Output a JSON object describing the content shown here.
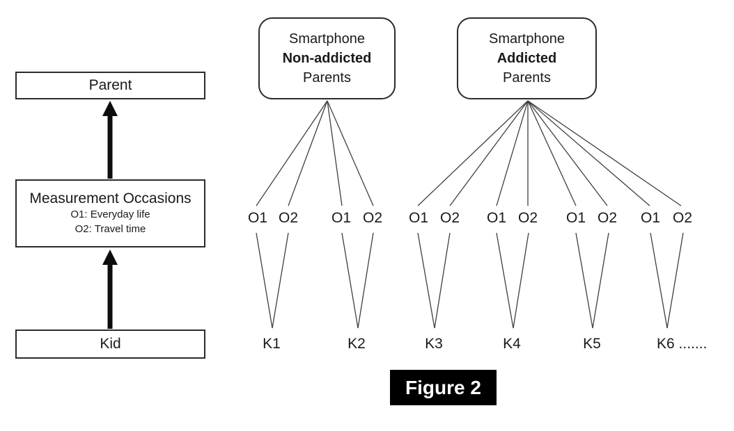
{
  "figure": {
    "label": "Figure 2"
  },
  "flow": {
    "parent": "Parent",
    "measurement": {
      "title": "Measurement Occasions",
      "o1_desc": "O1: Everyday life",
      "o2_desc": "O2: Travel time"
    },
    "kid": "Kid"
  },
  "groups": [
    {
      "line1": "Smartphone",
      "line2": "Non-addicted",
      "line3": "Parents"
    },
    {
      "line1": "Smartphone",
      "line2": "Addicted",
      "line3": "Parents"
    }
  ],
  "occasions": [
    "O1",
    "O2",
    "O1",
    "O2",
    "O1",
    "O2",
    "O1",
    "O2",
    "O1",
    "O2",
    "O1",
    "O2"
  ],
  "kids": [
    "K1",
    "K2",
    "K3",
    "K4",
    "K5",
    "K6 ......."
  ]
}
